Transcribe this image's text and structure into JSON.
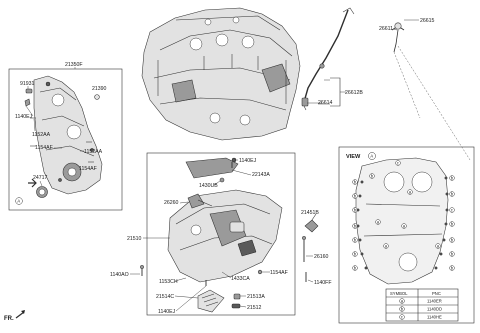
{
  "view": {
    "title": "VIEW",
    "marker": "A"
  },
  "fr_label": "FR.",
  "labels": {
    "p26615": "26615",
    "p26611": "26611",
    "p26612B": "26612B",
    "p26614": "26614",
    "p21350F": "21350F",
    "p91931": "91931",
    "p21390": "21390",
    "p1140EJ_a": "1140EJ",
    "p1152AA_a": "1152AA",
    "p1154AF_a": "1154AF",
    "p1152AA_b": "1152AA",
    "p1154AF_b": "1154AF",
    "p24717": "24717",
    "p1140EJ_b": "1140EJ",
    "p22143A": "22143A",
    "p1430UB": "1430UB",
    "p26260": "26260",
    "p21451B": "21451B",
    "p21510": "21510",
    "p26160": "26160",
    "p1140AO": "1140AO",
    "p1153CH": "1153CH",
    "p1433CA": "1433CA",
    "p1154AF_c": "1154AF",
    "p1140FF": "1140FF",
    "p21514C": "21514C",
    "p21513A": "21513A",
    "p21512": "21512",
    "p1140EJ_c": "1140EJ"
  },
  "view_markers": {
    "a": "a",
    "b": "b",
    "c": "c",
    "A": "A"
  },
  "symbol_table": {
    "headers": [
      "SYMBOL",
      "PNC"
    ],
    "rows": [
      {
        "symbol": "a",
        "pnc": "1140ER"
      },
      {
        "symbol": "b",
        "pnc": "1140DD"
      },
      {
        "symbol": "c",
        "pnc": "1140HE"
      }
    ]
  }
}
